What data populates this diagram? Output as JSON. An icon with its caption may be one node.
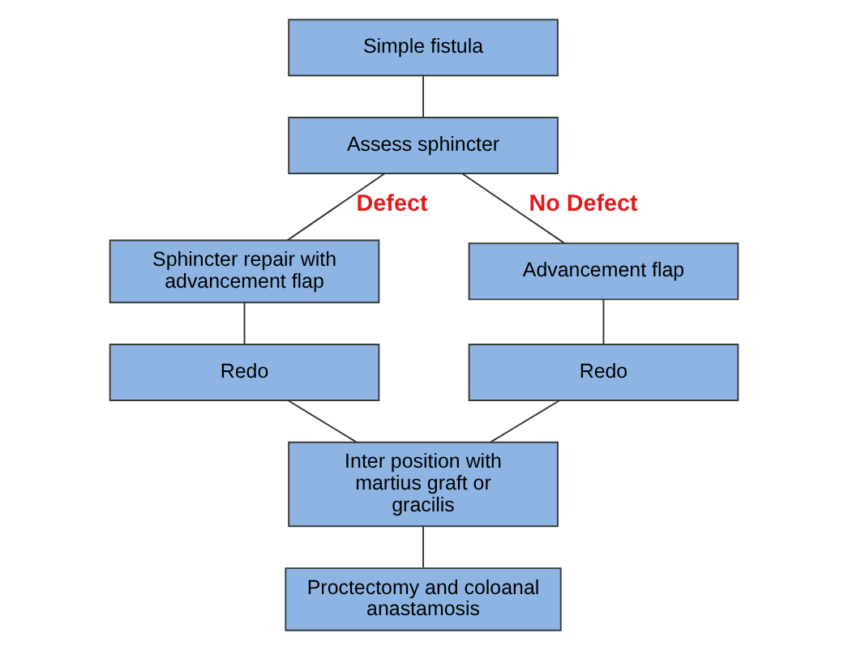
{
  "diagram": {
    "nodes": [
      {
        "text": [
          "Simple fistula"
        ]
      },
      {
        "text": [
          "Assess sphincter"
        ]
      },
      {
        "text": [
          "Sphincter repair with advancement flap"
        ]
      },
      {
        "text": [
          "Advancement flap"
        ]
      },
      {
        "text": [
          "Redo"
        ]
      },
      {
        "text": [
          "Redo"
        ]
      },
      {
        "text": [
          "Inter position with martius graft or gracilis"
        ]
      },
      {
        "text": [
          "Proctectomy and coloanal anastamosis"
        ]
      }
    ],
    "edges": [
      {
        "from": 0,
        "to": 1,
        "arrow": "none"
      },
      {
        "from": 1,
        "to": 2,
        "arrow": "none",
        "label": "Defect"
      },
      {
        "from": 1,
        "to": 3,
        "arrow": "none",
        "label": "No Defect"
      },
      {
        "from": 2,
        "to": 4,
        "arrow": "none"
      },
      {
        "from": 3,
        "to": 5,
        "arrow": "none"
      },
      {
        "from": 4,
        "to": 6,
        "arrow": "none"
      },
      {
        "from": 5,
        "to": 6,
        "arrow": "none"
      },
      {
        "from": 6,
        "to": 7,
        "arrow": "none"
      }
    ]
  }
}
